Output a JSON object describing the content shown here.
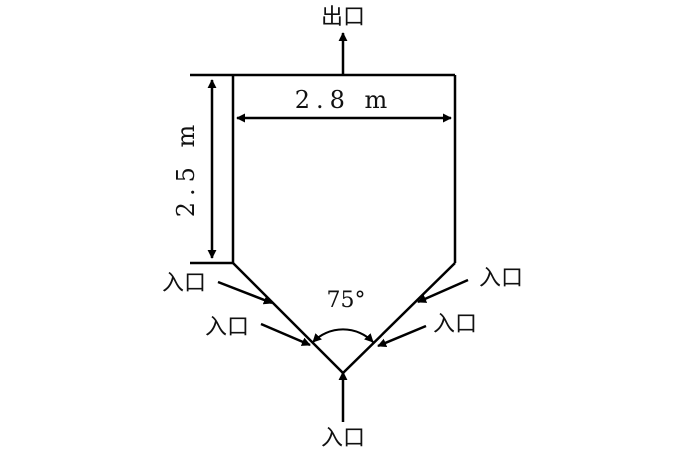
{
  "outlet_label": "出口",
  "inlet_label": "入口",
  "width_dimension": "2.8 m",
  "height_dimension": "2.5 m",
  "cone_angle": "75°"
}
